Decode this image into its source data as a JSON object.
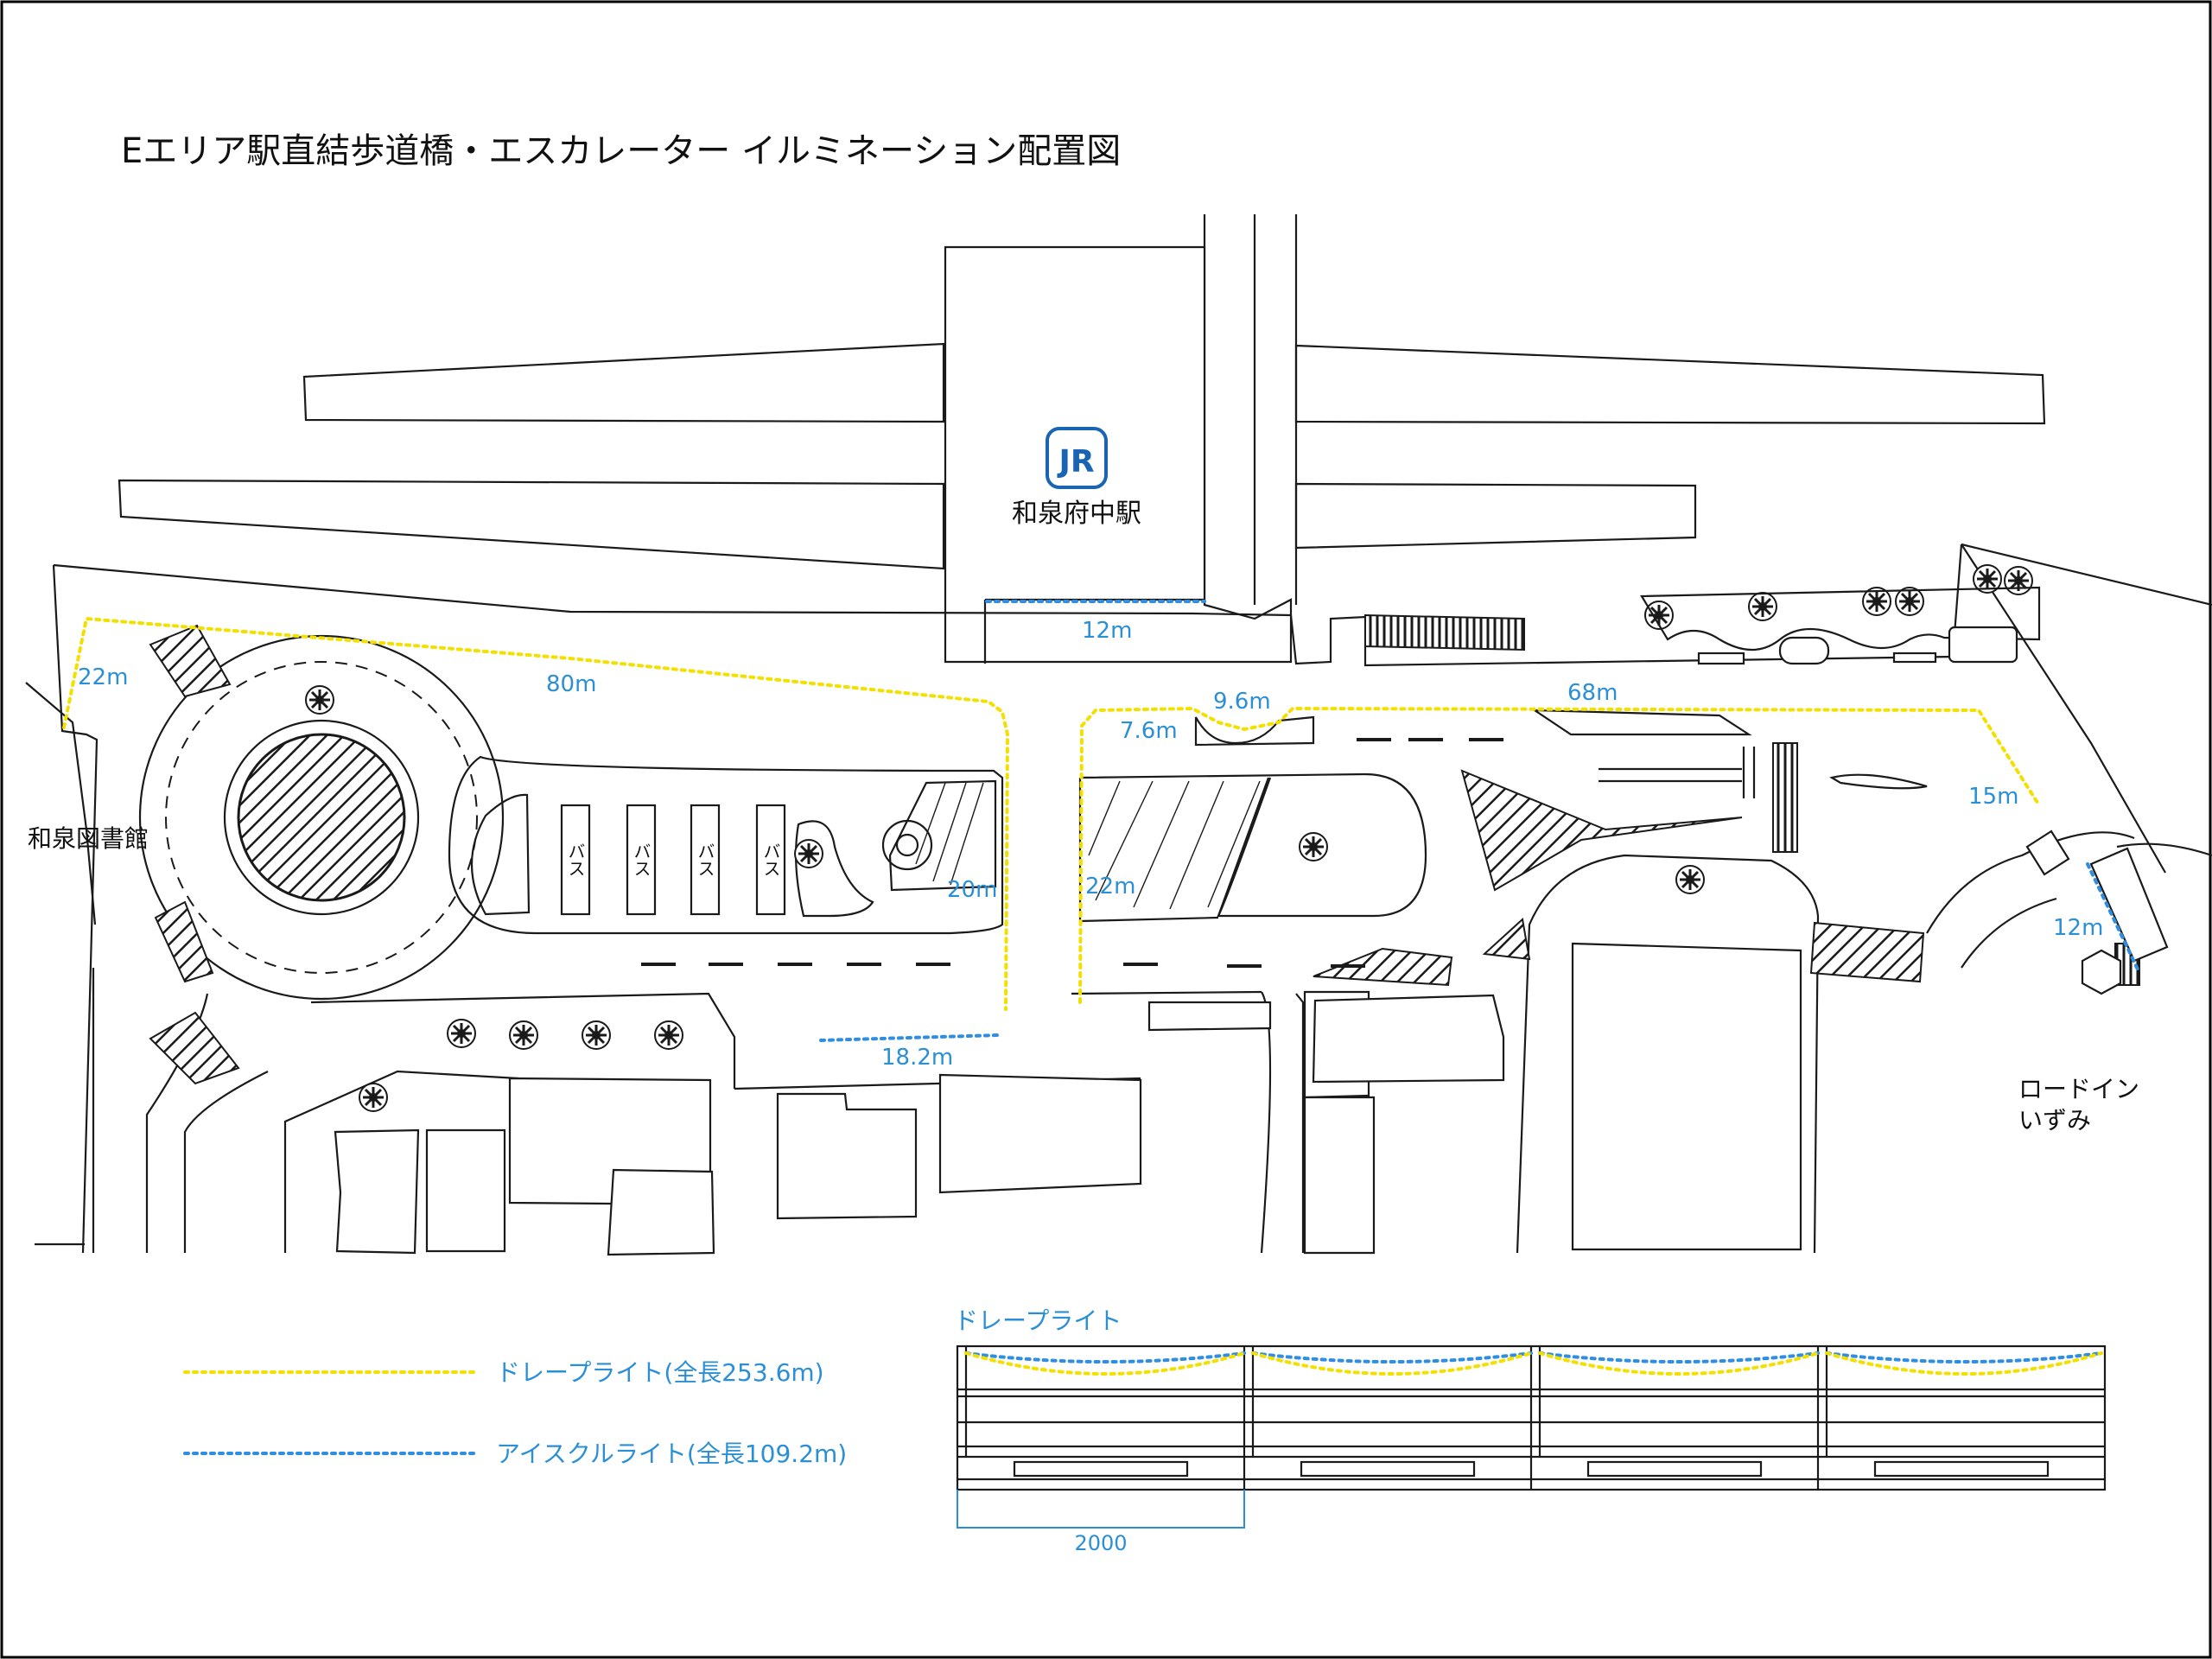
{
  "title": "Eエリア駅直結歩道橋・エスカレーター イルミネーション配置図",
  "labels": {
    "station": "和泉府中駅",
    "jr_logo": "JR",
    "library": "和泉図書館",
    "hotel_line1": "ロードイン",
    "hotel_line2": "いずみ",
    "bus": "バス"
  },
  "dimensions": {
    "d_22m_left": "22m",
    "d_80m": "80m",
    "d_12m_station": "12m",
    "d_9_6m": "9.6m",
    "d_68m": "68m",
    "d_7_6m": "7.6m",
    "d_20m": "20m",
    "d_22m_center": "22m",
    "d_18_2m": "18.2m",
    "d_15m": "15m",
    "d_12m_right": "12m"
  },
  "legend": {
    "drape": "ドレープライト(全長253.6m)",
    "icicle": "アイスクルライト(全長109.2m)"
  },
  "detail": {
    "title": "ドレープライト",
    "span": "2000"
  },
  "colors": {
    "drape_light": "#f3e000",
    "icicle_light": "#2f8ee0",
    "jr_blue": "#1a64b4"
  }
}
